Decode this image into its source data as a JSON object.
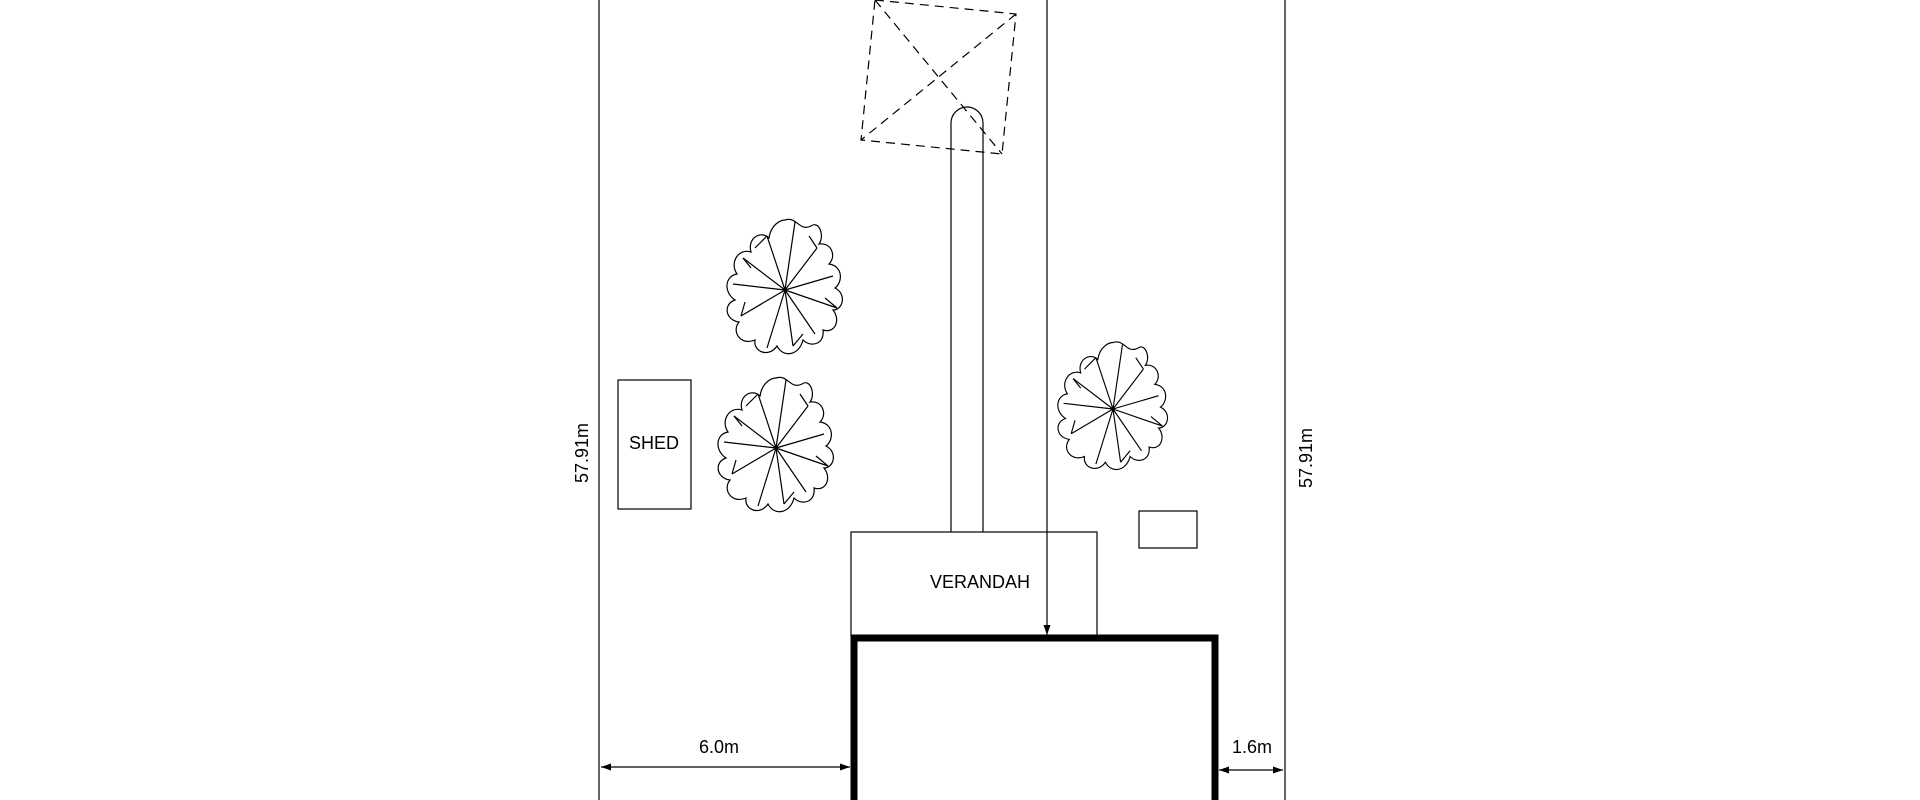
{
  "labels": {
    "shed": "SHED",
    "verandah": "VERANDAH",
    "left_boundary": "57.91m",
    "right_boundary": "57.91m",
    "left_setback": "6.0m",
    "right_setback": "1.6m"
  }
}
